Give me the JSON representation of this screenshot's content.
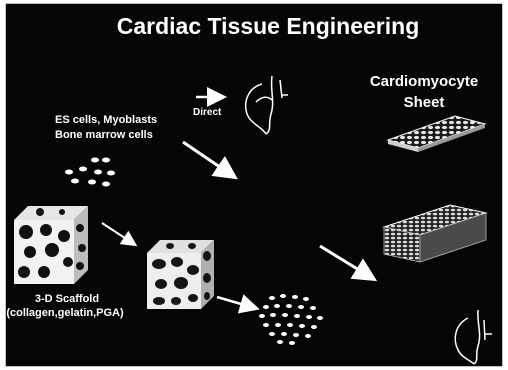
{
  "colors": {
    "background": "#050505",
    "foreground": "#ffffff",
    "frame": "#ffffff"
  },
  "slide": {
    "title": "Cardiac  Tissue Engineering",
    "cells_label_line1": "ES cells, Myoblasts",
    "cells_label_line2": "Bone marrow cells",
    "direct_label": "Direct",
    "sheet_label_line1": "Cardiomyocyte",
    "sheet_label_line2": "Sheet",
    "scaffold_label_line1": "3-D Scaffold",
    "scaffold_label_line2": "(collagen,gelatin,PGA)"
  },
  "icons": {
    "heart": "heart-outline-icon",
    "arrows": "arrow-icon",
    "cube": "porous-scaffold-cube",
    "sheet": "cell-sheet",
    "cells": "cell-cluster"
  }
}
